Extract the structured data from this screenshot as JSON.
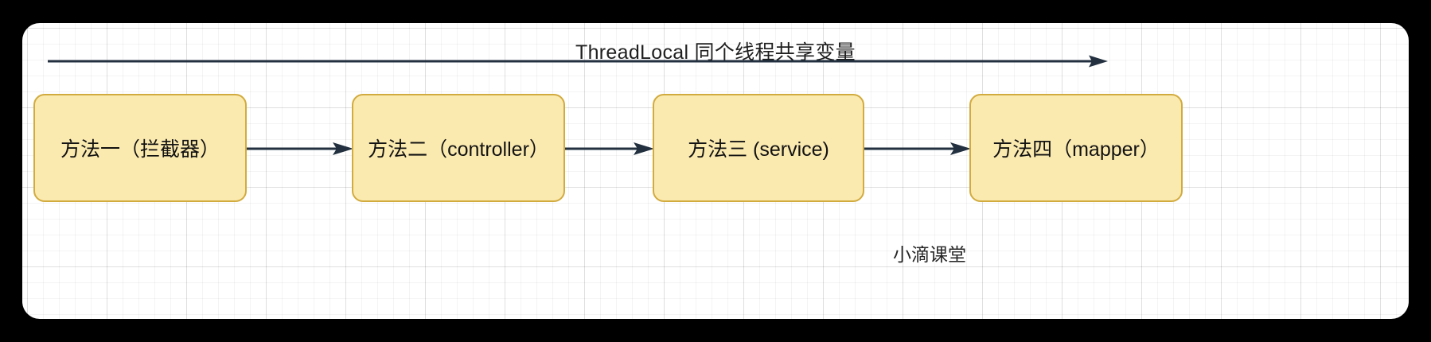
{
  "diagram": {
    "title": "ThreadLocal 同个线程共享变量",
    "watermark": "小滴课堂",
    "colors": {
      "page_background": "#000000",
      "board_background": "#ffffff",
      "node_fill": "#fbeab0",
      "node_border": "#d2ab3f",
      "arrow": "#22303f",
      "text": "#121212",
      "grid_minor": "#f0f0f0",
      "grid_major": "#dcdcdc"
    },
    "nodes": [
      {
        "id": "node-0",
        "label": "方法一（拦截器）"
      },
      {
        "id": "node-1",
        "label": "方法二（controller）"
      },
      {
        "id": "node-2",
        "label": "方法三 (service)"
      },
      {
        "id": "node-3",
        "label": "方法四（mapper）"
      }
    ],
    "connectors": [
      {
        "id": "conn-0",
        "from": "node-0",
        "to": "node-1",
        "style": "arrow-right"
      },
      {
        "id": "conn-1",
        "from": "node-1",
        "to": "node-2",
        "style": "arrow-right"
      },
      {
        "id": "conn-2",
        "from": "node-2",
        "to": "node-3",
        "style": "arrow-right"
      }
    ],
    "span_arrow": {
      "id": "top-arrow",
      "style": "arrow-right",
      "description": "shared-variable-span-arrow"
    }
  }
}
